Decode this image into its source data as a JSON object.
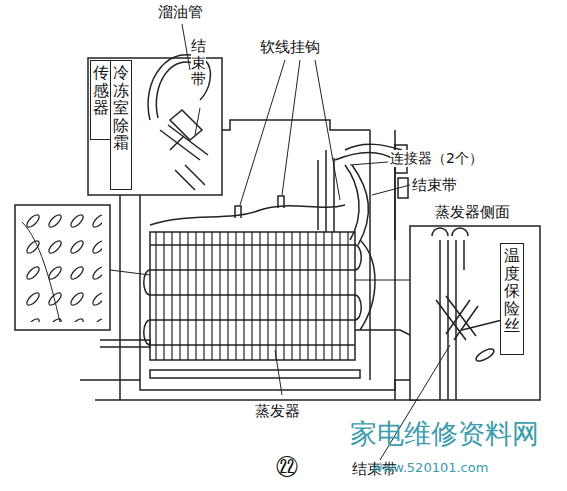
{
  "diagram": {
    "nodes": [
      {
        "text": [
          "传感器"
        ]
      },
      {
        "text": [
          "冷冻室除霜"
        ]
      },
      {
        "text": [
          "蒸发器侧面"
        ]
      },
      {
        "text": [
          "温度保险丝"
        ],
        "in": 2
      }
    ],
    "labels": [
      "溜油管",
      "结束带",
      "软线挂钩",
      "连接器（2个）",
      "结束带",
      "蒸发器",
      "结束带",
      "㉒",
      "家电维修资料网",
      "www.520101.com"
    ]
  }
}
